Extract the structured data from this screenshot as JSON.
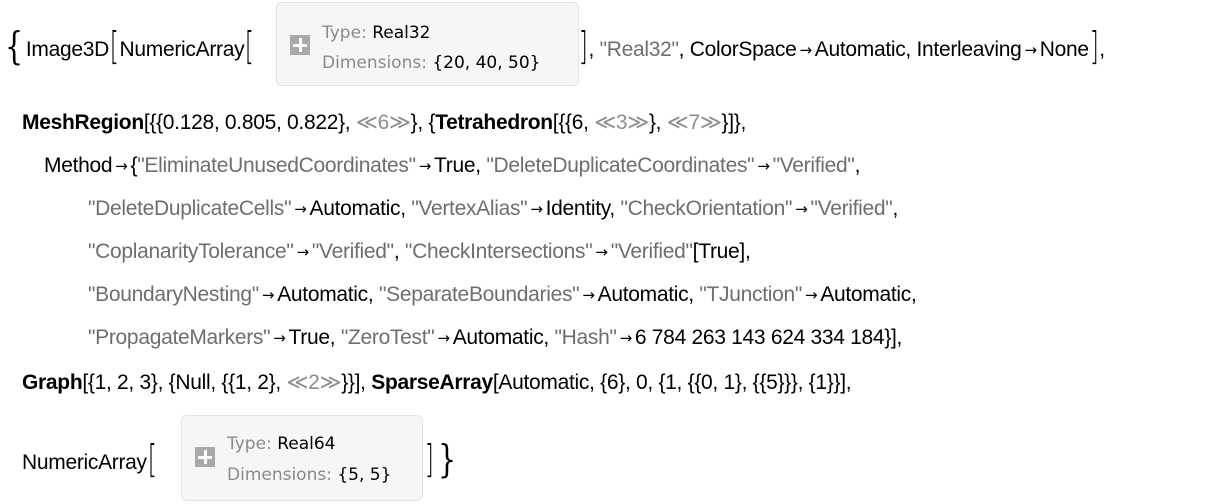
{
  "cell": {
    "line1": {
      "open_brace": "{",
      "head": "Image3D",
      "inner_head": "NumericArray",
      "numeric_array_1": {
        "expand_icon": "plus-icon",
        "type_label": "Type: ",
        "type_value": "Real32",
        "dims_label": "Dimensions: ",
        "dims_value": "{20, 40, 50}"
      },
      "after_box": ", ",
      "str_type": "\"Real32\"",
      "colorspace_key": ", ColorSpace",
      "colorspace_value": "Automatic, Interleaving",
      "interleaving_value": "None",
      "tail": ","
    },
    "line2": {
      "head": "MeshRegion",
      "coords": "[{{0.128, 0.805, 0.822}, ",
      "elided_coords": "≪6≫",
      "mid": "}, {",
      "cell_head": "Tetrahedron",
      "cells": "[{{6, ",
      "elided_cells_a": "≪3≫",
      "cells_mid": "}, ",
      "elided_cells_b": "≪7≫",
      "tail": "}]},"
    },
    "line3": {
      "method": "Method",
      "open": "{",
      "k1": "\"EliminateUnusedCoordinates\"",
      "v1": "True, ",
      "k2": "\"DeleteDuplicateCoordinates\"",
      "v2": "\"Verified\"",
      "tail": ","
    },
    "line4": {
      "k1": "\"DeleteDuplicateCells\"",
      "v1": "Automatic, ",
      "k2": "\"VertexAlias\"",
      "v2": "Identity, ",
      "k3": "\"CheckOrientation\"",
      "v3": "\"Verified\"",
      "tail": ","
    },
    "line5": {
      "k1": "\"CoplanarityTolerance\"",
      "v1": "\"Verified\"",
      "sep": ", ",
      "k2": "\"CheckIntersections\"",
      "v2": "\"Verified\"",
      "tail": "[True],"
    },
    "line6": {
      "k1": "\"BoundaryNesting\"",
      "v1": "Automatic, ",
      "k2": "\"SeparateBoundaries\"",
      "v2": "Automatic, ",
      "k3": "\"TJunction\"",
      "v3": "Automatic,"
    },
    "line7": {
      "k1": "\"PropagateMarkers\"",
      "v1": "True, ",
      "k2": "\"ZeroTest\"",
      "v2": "Automatic, ",
      "k3": "\"Hash\"",
      "v3": "6 784 263 143 624 334 184",
      "tail": "}],"
    },
    "line8": {
      "graph_head": "Graph",
      "graph_args": "[{1, 2, 3}, {Null, {{1, 2}, ",
      "graph_elided": "≪2≫",
      "graph_tail": "}}], ",
      "sparse_head": "SparseArray",
      "sparse_args": "[Automatic, {6}, 0, {1, {{0, 1}, {{5}}}, {1}}],"
    },
    "line9": {
      "head": "NumericArray",
      "numeric_array_2": {
        "expand_icon": "plus-icon",
        "type_label": "Type: ",
        "type_value": "Real64",
        "dims_label": "Dimensions: ",
        "dims_value": "{5, 5}"
      },
      "close_brace": "}"
    },
    "arrow": "→",
    "open_bracket": "[",
    "close_bracket": "]"
  }
}
